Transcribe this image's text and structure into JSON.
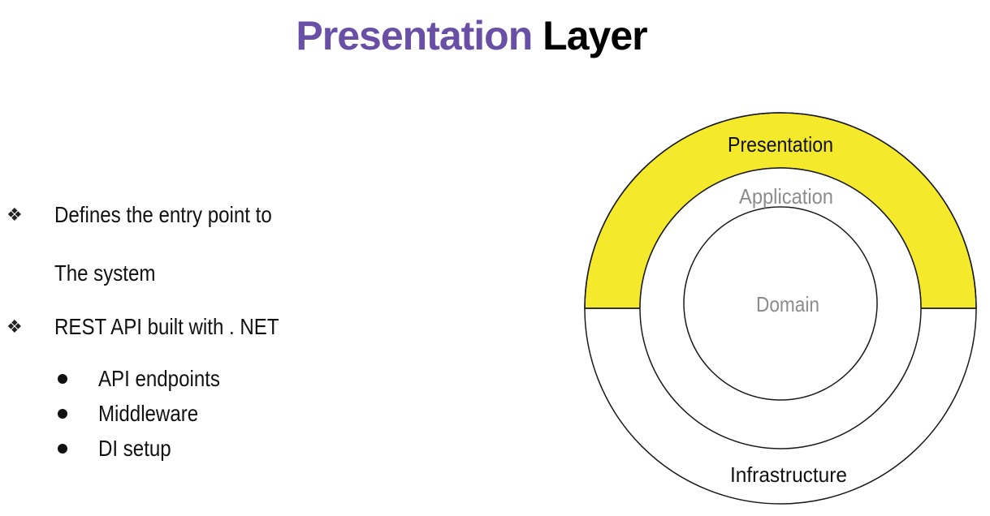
{
  "title": {
    "accent": "Presentation",
    "rest": "Layer"
  },
  "bullets": {
    "marker_icon": "diamond-bullet-icon",
    "items": [
      {
        "line1": "Defines the entry point to",
        "line2": "The system"
      },
      {
        "line1": "REST API built with . NET"
      }
    ],
    "sub_items": [
      "API endpoints",
      "Middleware",
      "DI setup"
    ]
  },
  "diagram": {
    "labels": {
      "outer_top": "Presentation",
      "middle": "Application",
      "inner": "Domain",
      "outer_bottom": "Infrastructure"
    },
    "colors": {
      "highlight": "#f5e92c",
      "stroke": "#1a1a1a",
      "muted_text": "#8c8c8c",
      "dark_text": "#111111"
    }
  }
}
